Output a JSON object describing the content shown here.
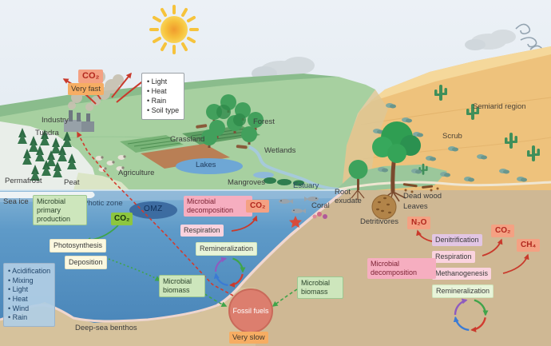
{
  "labels": {
    "very_fast": "Very fast",
    "very_slow": "Very slow",
    "co2": "CO₂",
    "n2o": "N₂O",
    "ch4": "CH₄",
    "industry": "Industry",
    "tundra": "Tundra",
    "permafrost": "Permafrost",
    "peat": "Peat",
    "sea_ice": "Sea ice",
    "photic_zone": "Photic zone",
    "omz": "OMZ",
    "microbial_primary_production": "Microbial primary production",
    "photosynthesis": "Photosynthesis",
    "deposition": "Deposition",
    "grassland": "Grassland",
    "forest": "Forest",
    "wetlands": "Wetlands",
    "lakes": "Lakes",
    "agriculture": "Agriculture",
    "mangroves": "Mangroves",
    "estuary": "Estuary",
    "coral": "Coral",
    "microbial_decomposition": "Microbial decomposition",
    "respiration": "Respiration",
    "remineralization": "Remineralization",
    "microbial_biomass": "Microbial biomass",
    "fossil_fuels": "Fossil fuels",
    "deep_sea_benthos": "Deep-sea benthos",
    "semiarid_region": "Semiarid region",
    "scrub": "Scrub",
    "root_exudate": "Root exudate",
    "dead_wood": "Dead wood",
    "leaves": "Leaves",
    "detritivores": "Detritivores",
    "denitrification": "Denitrification",
    "methanogenesis": "Methanogenesis"
  },
  "legend_box": {
    "items": [
      "Light",
      "Heat",
      "Rain",
      "Soil type"
    ]
  },
  "ocean_factors_box": {
    "items": [
      "Acidification",
      "Mixing",
      "Light",
      "Heat",
      "Wind",
      "Rain"
    ]
  },
  "colors": {
    "gas_bg": "#f4a183",
    "gas_text": "#b2271d",
    "dissolved_co2_bg": "#8dc63f",
    "speed_bg": "#f6ad63",
    "decomposition_bg": "#f6aec0",
    "biomass_bg": "#cde6bc",
    "denitrification_bg": "#e2c6e4",
    "fossil_fuels_bg": "#dc7e6e",
    "arrow_red": "#c93a2c",
    "arrow_green": "#3fa44a",
    "cycle_purple": "#8e5bbf",
    "cycle_blue": "#3a7bd5"
  }
}
